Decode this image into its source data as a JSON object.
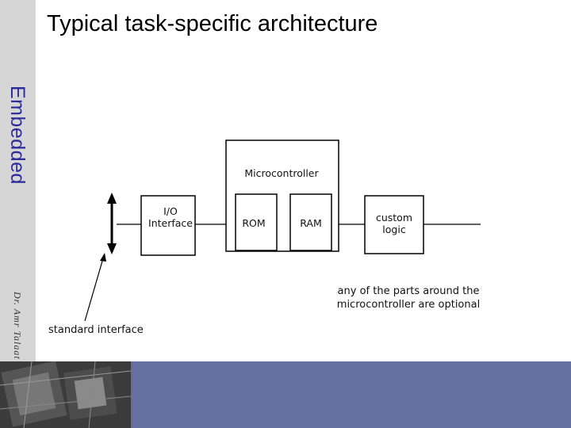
{
  "slide": {
    "title": "Typical task-specific architecture",
    "sidebar_title": "Embedded Systems",
    "author": "Dr. Amr Talaat"
  },
  "diagram": {
    "microcontroller_label": "Microcontroller",
    "io_label_line1": "I/O",
    "io_label_line2": "Interface",
    "rom_label": "ROM",
    "ram_label": "RAM",
    "custom_label_line1": "custom",
    "custom_label_line2": "logic",
    "standard_interface_label": "standard interface",
    "optional_note_line1": "any of the parts around the",
    "optional_note_line2": "microcontroller are optional"
  },
  "colors": {
    "sidebar_bg": "#d6d6d6",
    "sidebar_title": "#2a2a9a",
    "footer_bar": "#6570a0"
  }
}
